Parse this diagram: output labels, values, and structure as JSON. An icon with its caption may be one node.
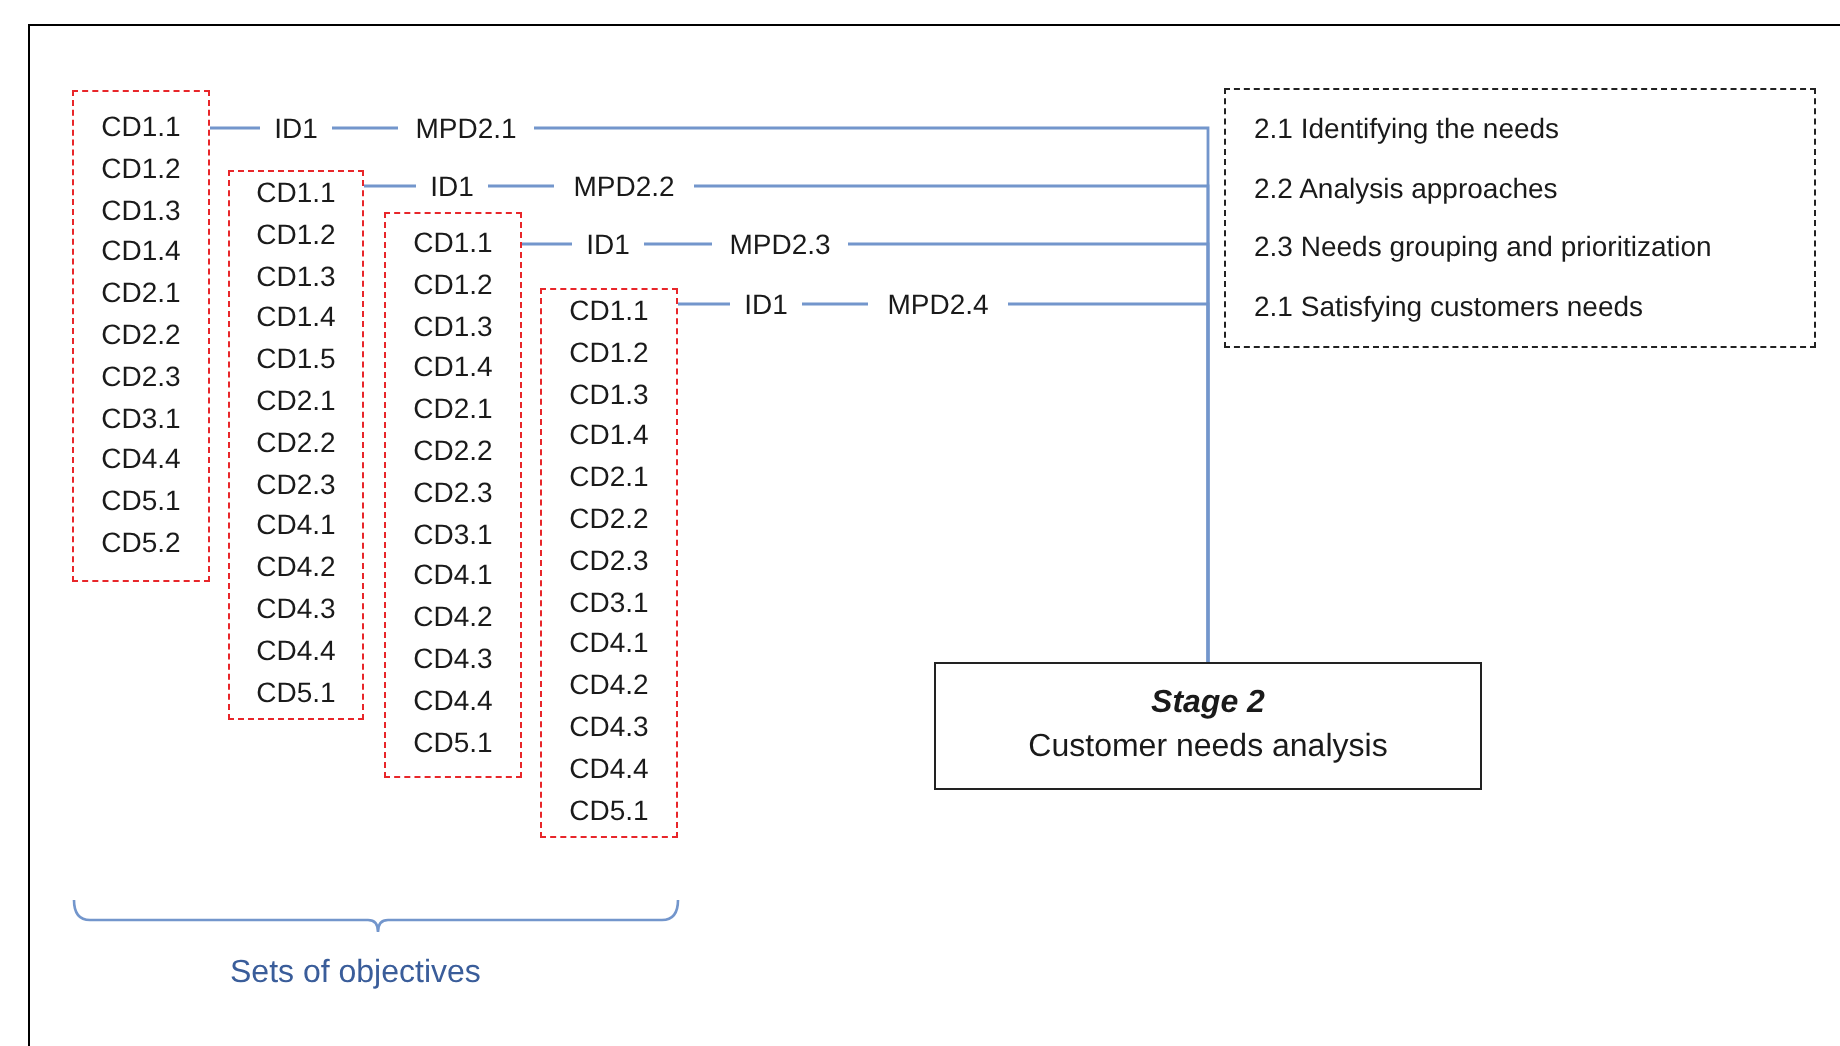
{
  "diagram": {
    "nodes": [
      {
        "text": [
          "CD1.1",
          "CD1.2",
          "CD1.3",
          "CD1.4",
          "CD2.1",
          "CD2.2",
          "CD2.3",
          "CD3.1",
          "CD4.4",
          "CD5.1",
          "CD5.2"
        ]
      },
      {
        "text": [
          "ID1"
        ]
      },
      {
        "text": [
          "MPD2.1"
        ]
      },
      {
        "text": [
          "CD1.1",
          "CD1.2",
          "CD1.3",
          "CD1.4",
          "CD1.5",
          "CD2.1",
          "CD2.2",
          "CD2.3",
          "CD4.1",
          "CD4.2",
          "CD4.3",
          "CD4.4",
          "CD5.1"
        ]
      },
      {
        "text": [
          "ID1"
        ]
      },
      {
        "text": [
          "MPD2.2"
        ]
      },
      {
        "text": [
          "CD1.1",
          "CD1.2",
          "CD1.3",
          "CD1.4",
          "CD2.1",
          "CD2.2",
          "CD2.3",
          "CD3.1",
          "CD4.1",
          "CD4.2",
          "CD4.3",
          "CD4.4",
          "CD5.1"
        ]
      },
      {
        "text": [
          "ID1"
        ]
      },
      {
        "text": [
          "MPD2.3"
        ]
      },
      {
        "text": [
          "CD1.1",
          "CD1.2",
          "CD1.3",
          "CD1.4",
          "CD2.1",
          "CD2.2",
          "CD2.3",
          "CD3.1",
          "CD4.1",
          "CD4.2",
          "CD4.3",
          "CD4.4",
          "CD5.1"
        ]
      },
      {
        "text": [
          "ID1"
        ]
      },
      {
        "text": [
          "MPD2.4"
        ]
      },
      {
        "text": [
          "2.1 Identifying the needs",
          "2.2 Analysis approaches",
          "2.3 Needs grouping and prioritization",
          "2.1 Satisfying customers needs"
        ]
      },
      {
        "text": [
          "Stage 2",
          "Customer needs analysis"
        ]
      }
    ],
    "edges": [
      {
        "from": 0,
        "to": 1,
        "arrow": "none"
      },
      {
        "from": 1,
        "to": 2,
        "arrow": "none"
      },
      {
        "from": 2,
        "to": 13,
        "arrow": "none"
      },
      {
        "from": 3,
        "to": 4,
        "arrow": "none"
      },
      {
        "from": 4,
        "to": 5,
        "arrow": "none"
      },
      {
        "from": 5,
        "to": 13,
        "arrow": "none"
      },
      {
        "from": 6,
        "to": 7,
        "arrow": "none"
      },
      {
        "from": 7,
        "to": 8,
        "arrow": "none"
      },
      {
        "from": 8,
        "to": 13,
        "arrow": "none"
      },
      {
        "from": 9,
        "to": 10,
        "arrow": "none"
      },
      {
        "from": 10,
        "to": 11,
        "arrow": "none"
      },
      {
        "from": 11,
        "to": 13,
        "arrow": "none"
      }
    ],
    "labels": [
      "Sets of objectives"
    ]
  }
}
